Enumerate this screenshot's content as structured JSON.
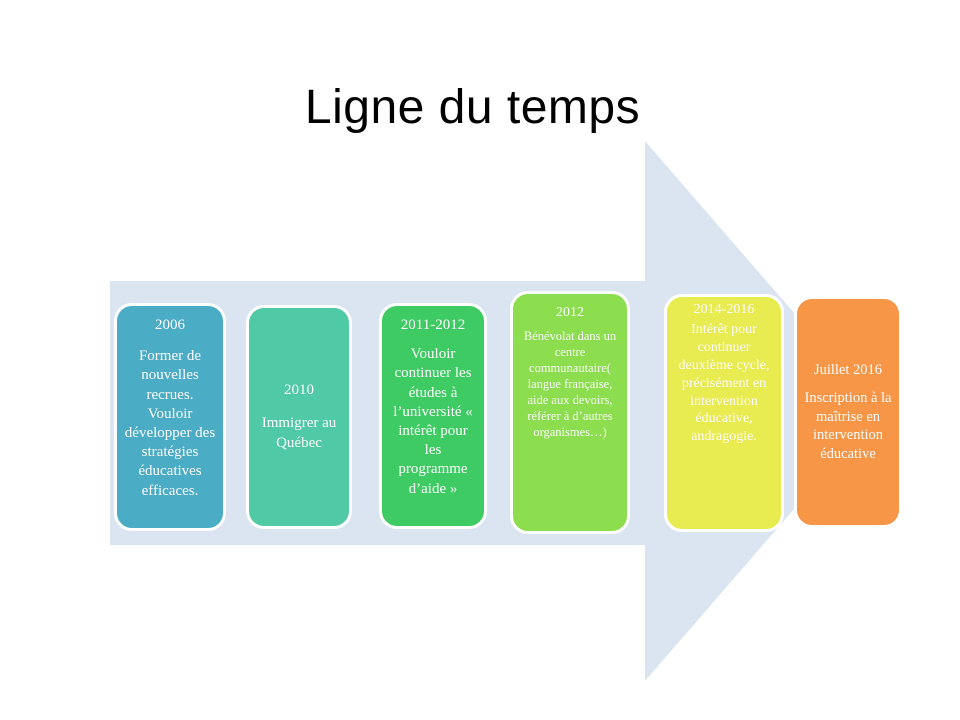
{
  "slide": {
    "title": "Ligne du temps"
  },
  "timeline": {
    "arrow_color": "#dbe5f1",
    "items": [
      {
        "date": "2006",
        "text": "Former de nouvelles recrues. Vouloir développer des stratégies éducatives efficaces.",
        "color": "#4bacc6"
      },
      {
        "date": "2010",
        "text": "Immigrer au Québec",
        "color": "#50c9a5"
      },
      {
        "date": "2011-2012",
        "text": "Vouloir continuer les études à l’université « intérêt pour les programme d’aide »",
        "color": "#3ecb63"
      },
      {
        "date": "2012",
        "text": "Bénévolat dans un centre communautaire( langue française, aide aux devoirs, référer à d’autres organismes…)",
        "color": "#8cde4e"
      },
      {
        "date": "2014-2016",
        "text": "Intérêt pour continuer deuxième cycle, précisément en intervention éducative, andragogie.",
        "color": "#e9ec51"
      },
      {
        "date": "Juillet 2016",
        "text": "Inscription à la maîtrise en intervention éducative",
        "color": "#f79646"
      }
    ]
  }
}
